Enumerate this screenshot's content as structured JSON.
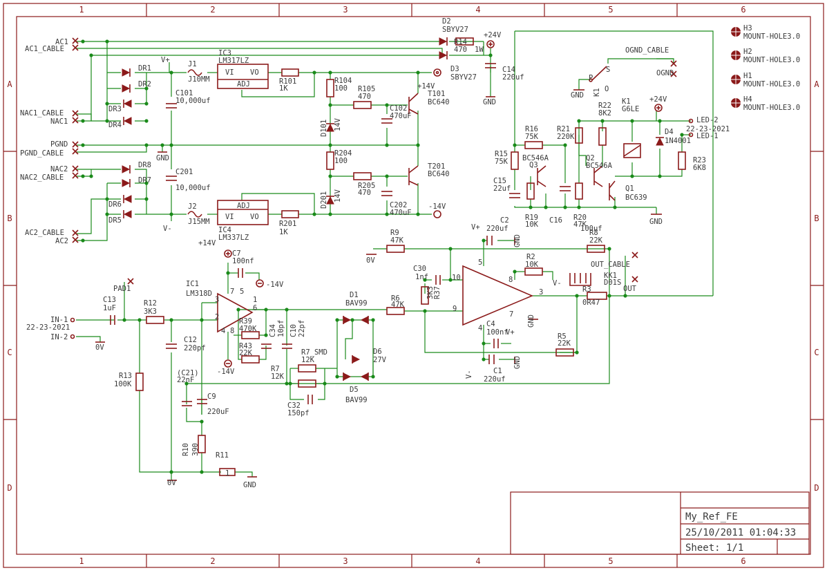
{
  "border": {
    "columns": [
      "1",
      "2",
      "3",
      "4",
      "5",
      "6"
    ],
    "rows": [
      "A",
      "B",
      "C",
      "D"
    ]
  },
  "title_block": {
    "name": "My_Ref_FE",
    "date": "25/10/2011 01:04:33",
    "sheet": "Sheet: 1/1"
  },
  "labels": [
    {
      "id": "ac1",
      "text": "AC1"
    },
    {
      "id": "ac1_cable",
      "text": "AC1_CABLE"
    },
    {
      "id": "nac1_cable",
      "text": "NAC1_CABLE"
    },
    {
      "id": "nac1",
      "text": "NAC1"
    },
    {
      "id": "pgnd",
      "text": "PGND"
    },
    {
      "id": "pgnd_cable",
      "text": "PGND_CABLE"
    },
    {
      "id": "nac2",
      "text": "NAC2"
    },
    {
      "id": "nac2_cable",
      "text": "NAC2_CABLE"
    },
    {
      "id": "ac2_cable",
      "text": "AC2_CABLE"
    },
    {
      "id": "ac2",
      "text": "AC2"
    },
    {
      "id": "dr1",
      "text": "DR1"
    },
    {
      "id": "dr2",
      "text": "DR2"
    },
    {
      "id": "dr3",
      "text": "DR3"
    },
    {
      "id": "dr4",
      "text": "DR4"
    },
    {
      "id": "dr5",
      "text": "DR5"
    },
    {
      "id": "dr6",
      "text": "DR6"
    },
    {
      "id": "dr7",
      "text": "DR7"
    },
    {
      "id": "dr8",
      "text": "DR8"
    },
    {
      "id": "vplus_a",
      "text": "V+"
    },
    {
      "id": "j1",
      "text": "J1"
    },
    {
      "id": "j10mm",
      "text": "J10MM"
    },
    {
      "id": "ic3",
      "text": "IC3"
    },
    {
      "id": "lm317",
      "text": "LM317LZ"
    },
    {
      "id": "vi3",
      "text": "VI"
    },
    {
      "id": "vo3",
      "text": "VO"
    },
    {
      "id": "adj3",
      "text": "ADJ"
    },
    {
      "id": "c101",
      "text": "C101"
    },
    {
      "id": "c101v",
      "text": "10,000uf"
    },
    {
      "id": "gnd_a",
      "text": "GND"
    },
    {
      "id": "c201",
      "text": "C201"
    },
    {
      "id": "c201v",
      "text": "10,000uf"
    },
    {
      "id": "vminus_b",
      "text": "V-"
    },
    {
      "id": "j2",
      "text": "J2"
    },
    {
      "id": "j15mm",
      "text": "J15MM"
    },
    {
      "id": "ic4",
      "text": "IC4"
    },
    {
      "id": "lm337",
      "text": "LM337LZ"
    },
    {
      "id": "vi4",
      "text": "VI"
    },
    {
      "id": "vo4",
      "text": "VO"
    },
    {
      "id": "adj4",
      "text": "ADJ"
    },
    {
      "id": "r101",
      "text": "R101"
    },
    {
      "id": "r101v",
      "text": "1K"
    },
    {
      "id": "r201",
      "text": "R201"
    },
    {
      "id": "r201v",
      "text": "1K"
    },
    {
      "id": "r104",
      "text": "R104"
    },
    {
      "id": "r104v",
      "text": "100"
    },
    {
      "id": "r105",
      "text": "R105"
    },
    {
      "id": "r105v",
      "text": "470"
    },
    {
      "id": "r204",
      "text": "R204"
    },
    {
      "id": "r204v",
      "text": "100"
    },
    {
      "id": "r205",
      "text": "R205"
    },
    {
      "id": "r205v",
      "text": "470"
    },
    {
      "id": "d101",
      "text": "D101"
    },
    {
      "id": "d101v",
      "text": "14V"
    },
    {
      "id": "d201",
      "text": "D201"
    },
    {
      "id": "d201v",
      "text": "14V"
    },
    {
      "id": "c102",
      "text": "C102"
    },
    {
      "id": "c102v",
      "text": "470uF"
    },
    {
      "id": "c202",
      "text": "C202"
    },
    {
      "id": "c202v",
      "text": "470uF"
    },
    {
      "id": "t101",
      "text": "T101"
    },
    {
      "id": "bc640a",
      "text": "BC640"
    },
    {
      "id": "p14v_t",
      "text": "+14V"
    },
    {
      "id": "t201",
      "text": "T201"
    },
    {
      "id": "bc640b",
      "text": "BC640"
    },
    {
      "id": "m14v_b",
      "text": "-14V"
    },
    {
      "id": "d2",
      "text": "D2"
    },
    {
      "id": "sbyv27a",
      "text": "SBYV27"
    },
    {
      "id": "d3",
      "text": "D3"
    },
    {
      "id": "sbyv27b",
      "text": "SBYV27"
    },
    {
      "id": "r14",
      "text": "R14"
    },
    {
      "id": "r14v",
      "text": "470"
    },
    {
      "id": "r14w",
      "text": "1W"
    },
    {
      "id": "p24v",
      "text": "+24V"
    },
    {
      "id": "c14",
      "text": "C14"
    },
    {
      "id": "c14v",
      "text": "220uf"
    },
    {
      "id": "gnd_c14",
      "text": "GND"
    },
    {
      "id": "ognd_cable",
      "text": "OGND_CABLE"
    },
    {
      "id": "ognd",
      "text": "OGND"
    },
    {
      "id": "p_k1",
      "text": "P"
    },
    {
      "id": "s_k1",
      "text": "S"
    },
    {
      "id": "o_k1",
      "text": "O"
    },
    {
      "id": "k1a",
      "text": "K1"
    },
    {
      "id": "gnd_k1",
      "text": "GND"
    },
    {
      "id": "k1b",
      "text": "K1"
    },
    {
      "id": "g6le",
      "text": "G6LE"
    },
    {
      "id": "p24v_b",
      "text": "+24V"
    },
    {
      "id": "r22",
      "text": "R22"
    },
    {
      "id": "r22v",
      "text": "8K2"
    },
    {
      "id": "r21",
      "text": "R21"
    },
    {
      "id": "r21v",
      "text": "220K"
    },
    {
      "id": "r16",
      "text": "R16"
    },
    {
      "id": "r16v",
      "text": "75K"
    },
    {
      "id": "r15",
      "text": "R15"
    },
    {
      "id": "r15v",
      "text": "75K"
    },
    {
      "id": "q3",
      "text": "Q3"
    },
    {
      "id": "bc546a1",
      "text": "BC546A"
    },
    {
      "id": "q2",
      "text": "Q2"
    },
    {
      "id": "bc546a2",
      "text": "BC546A"
    },
    {
      "id": "q1",
      "text": "Q1"
    },
    {
      "id": "bc639",
      "text": "BC639"
    },
    {
      "id": "c15",
      "text": "C15"
    },
    {
      "id": "c15v",
      "text": "22uf"
    },
    {
      "id": "r19",
      "text": "R19"
    },
    {
      "id": "r19v",
      "text": "10K"
    },
    {
      "id": "c16",
      "text": "C16"
    },
    {
      "id": "r20",
      "text": "R20"
    },
    {
      "id": "r20v",
      "text": "47K"
    },
    {
      "id": "c16v",
      "text": "100uf"
    },
    {
      "id": "gnd_q1",
      "text": "GND"
    },
    {
      "id": "d4",
      "text": "D4"
    },
    {
      "id": "d4v",
      "text": "1N4001"
    },
    {
      "id": "r23",
      "text": "R23"
    },
    {
      "id": "r23v",
      "text": "6K8"
    },
    {
      "id": "led2",
      "text": "LED-2"
    },
    {
      "id": "led_date",
      "text": "22-23-2021"
    },
    {
      "id": "led1",
      "text": "LED-1"
    },
    {
      "id": "h3",
      "text": "H3"
    },
    {
      "id": "mh3",
      "text": "MOUNT-HOLE3.0"
    },
    {
      "id": "h2",
      "text": "H2"
    },
    {
      "id": "mh2",
      "text": "MOUNT-HOLE3.0"
    },
    {
      "id": "h1",
      "text": "H1"
    },
    {
      "id": "mh1",
      "text": "MOUNT-HOLE3.0"
    },
    {
      "id": "h4",
      "text": "H4"
    },
    {
      "id": "mh4",
      "text": "MOUNT-HOLE3.0"
    },
    {
      "id": "p14v_c7",
      "text": "+14V"
    },
    {
      "id": "c7",
      "text": "C7"
    },
    {
      "id": "c7v",
      "text": "100nf"
    },
    {
      "id": "m14v_c7",
      "text": "-14V"
    },
    {
      "id": "ic1",
      "text": "IC1"
    },
    {
      "id": "lm318",
      "text": "LM318D"
    },
    {
      "id": "pad1",
      "text": "PAD1"
    },
    {
      "id": "c13",
      "text": "C13"
    },
    {
      "id": "c13v",
      "text": "1uF"
    },
    {
      "id": "in1",
      "text": "IN-1"
    },
    {
      "id": "in_date",
      "text": "22-23-2021"
    },
    {
      "id": "in2",
      "text": "IN-2"
    },
    {
      "id": "ov_in",
      "text": "0V"
    },
    {
      "id": "r12",
      "text": "R12"
    },
    {
      "id": "r12v",
      "text": "3K3"
    },
    {
      "id": "c12",
      "text": "C12"
    },
    {
      "id": "c12v",
      "text": "220pf"
    },
    {
      "id": "r13",
      "text": "R13"
    },
    {
      "id": "r13v",
      "text": "100K"
    },
    {
      "id": "r39",
      "text": "R39"
    },
    {
      "id": "r39v",
      "text": "470K"
    },
    {
      "id": "r43",
      "text": "R43"
    },
    {
      "id": "r43v",
      "text": "22K"
    },
    {
      "id": "c34",
      "text": "C34"
    },
    {
      "id": "c34v",
      "text": "10pf"
    },
    {
      "id": "c10",
      "text": "C10"
    },
    {
      "id": "c10v",
      "text": "22pf"
    },
    {
      "id": "m14v_ic1",
      "text": "-14V"
    },
    {
      "id": "c21",
      "text": "(C21)"
    },
    {
      "id": "c21v",
      "text": "22nF"
    },
    {
      "id": "c9",
      "text": "C9"
    },
    {
      "id": "c9v",
      "text": "220uF"
    },
    {
      "id": "r10",
      "text": "R10"
    },
    {
      "id": "r10v",
      "text": "390"
    },
    {
      "id": "r11",
      "text": "R11"
    },
    {
      "id": "r11v",
      "text": "1"
    },
    {
      "id": "gnd_r11",
      "text": "GND"
    },
    {
      "id": "ov_bot",
      "text": "0V"
    },
    {
      "id": "r7",
      "text": "R7"
    },
    {
      "id": "r7v",
      "text": "12K"
    },
    {
      "id": "r7smd",
      "text": "R7_SMD"
    },
    {
      "id": "r7smdv",
      "text": "12K"
    },
    {
      "id": "c32",
      "text": "C32"
    },
    {
      "id": "c32v",
      "text": "150pf"
    },
    {
      "id": "d1",
      "text": "D1"
    },
    {
      "id": "bav99a",
      "text": "BAV99"
    },
    {
      "id": "d6",
      "text": "D6"
    },
    {
      "id": "d6v",
      "text": "27V"
    },
    {
      "id": "d5",
      "text": "D5"
    },
    {
      "id": "bav99b",
      "text": "BAV99"
    },
    {
      "id": "r6",
      "text": "R6"
    },
    {
      "id": "r6v",
      "text": "47K"
    },
    {
      "id": "r9",
      "text": "R9"
    },
    {
      "id": "r9v",
      "text": "47K"
    },
    {
      "id": "ov_r9",
      "text": "0V"
    },
    {
      "id": "c30",
      "text": "C30"
    },
    {
      "id": "c30v",
      "text": "1nf"
    },
    {
      "id": "r37",
      "text": "R37"
    },
    {
      "id": "r37v",
      "text": "3K3"
    },
    {
      "id": "vplus_c2",
      "text": "V+"
    },
    {
      "id": "c2",
      "text": "C2"
    },
    {
      "id": "c2v",
      "text": "220uf"
    },
    {
      "id": "gnd_c2",
      "text": "GND"
    },
    {
      "id": "r8",
      "text": "R8"
    },
    {
      "id": "r8v",
      "text": "22K"
    },
    {
      "id": "r2",
      "text": "R2"
    },
    {
      "id": "r2v",
      "text": "10K"
    },
    {
      "id": "vminus_r2",
      "text": "V-"
    },
    {
      "id": "out_cable",
      "text": "OUT_CABLE"
    },
    {
      "id": "kk1",
      "text": "KK1"
    },
    {
      "id": "d01s",
      "text": "D01S"
    },
    {
      "id": "r3",
      "text": "R3"
    },
    {
      "id": "r3v",
      "text": "0R47"
    },
    {
      "id": "out",
      "text": "OUT"
    },
    {
      "id": "c4",
      "text": "C4"
    },
    {
      "id": "c4v",
      "text": "100nf"
    },
    {
      "id": "vplus_c4",
      "text": "V+"
    },
    {
      "id": "gnd_op",
      "text": "GND"
    },
    {
      "id": "r5",
      "text": "R5"
    },
    {
      "id": "r5v",
      "text": "22K"
    },
    {
      "id": "vminus_c1",
      "text": "V-"
    },
    {
      "id": "c1",
      "text": "C1"
    },
    {
      "id": "c1v",
      "text": "220uf"
    },
    {
      "id": "gnd_c1",
      "text": "GND"
    },
    {
      "id": "pin10",
      "text": "10"
    },
    {
      "id": "pin9",
      "text": "9"
    },
    {
      "id": "pin8",
      "text": "8"
    },
    {
      "id": "pin7",
      "text": "7"
    },
    {
      "id": "pin5",
      "text": "5"
    },
    {
      "id": "pin4",
      "text": "4"
    },
    {
      "id": "pin3",
      "text": "3"
    },
    {
      "id": "ic1p2",
      "text": "2"
    },
    {
      "id": "ic1p3",
      "text": "3"
    },
    {
      "id": "ic1p6",
      "text": "6"
    },
    {
      "id": "ic1p1",
      "text": "1"
    },
    {
      "id": "ic1p5",
      "text": "5"
    },
    {
      "id": "ic1p7",
      "text": "7"
    },
    {
      "id": "ic1p4",
      "text": "4"
    },
    {
      "id": "ic1p8",
      "text": "8"
    }
  ]
}
